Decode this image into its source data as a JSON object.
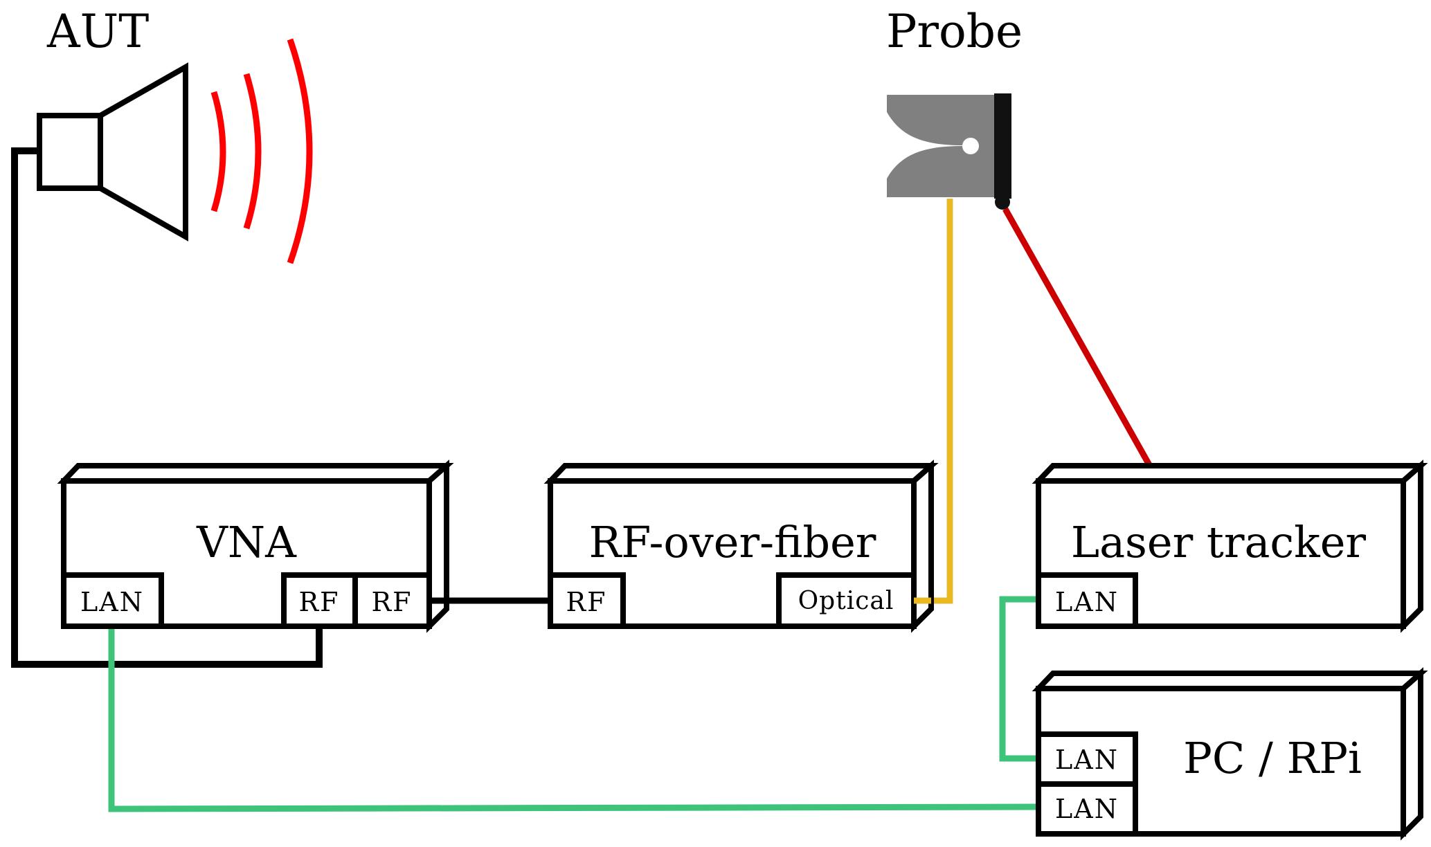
{
  "labels": {
    "aut": "AUT",
    "probe": "Probe"
  },
  "devices": {
    "vna": {
      "name": "VNA",
      "ports": [
        "LAN",
        "RF",
        "RF"
      ]
    },
    "rfof": {
      "name": "RF-over-fiber",
      "ports": [
        "RF",
        "Optical"
      ]
    },
    "laser": {
      "name": "Laser tracker",
      "ports": [
        "LAN"
      ]
    },
    "pc": {
      "name": "PC / RPi",
      "ports": [
        "LAN",
        "LAN"
      ]
    }
  },
  "cables": [
    {
      "from": "AUT",
      "to": "VNA RF",
      "type": "rf",
      "color": "#000000"
    },
    {
      "from": "VNA RF",
      "to": "RF-over-fiber RF",
      "type": "rf",
      "color": "#000000"
    },
    {
      "from": "RF-over-fiber Optical",
      "to": "Probe",
      "type": "optical",
      "color": "#e8b923"
    },
    {
      "from": "Probe",
      "to": "Laser tracker",
      "type": "laser",
      "color": "#cc0000"
    },
    {
      "from": "Laser tracker LAN",
      "to": "PC / RPi LAN",
      "type": "lan",
      "color": "#3ec47a"
    },
    {
      "from": "VNA LAN",
      "to": "PC / RPi LAN",
      "type": "lan",
      "color": "#3ec47a"
    }
  ],
  "colors": {
    "rf_wave": "#ff0000",
    "laser": "#cc0000",
    "optical": "#e8b923",
    "lan": "#3ec47a",
    "probe_body": "#808080",
    "probe_mount": "#111111"
  }
}
